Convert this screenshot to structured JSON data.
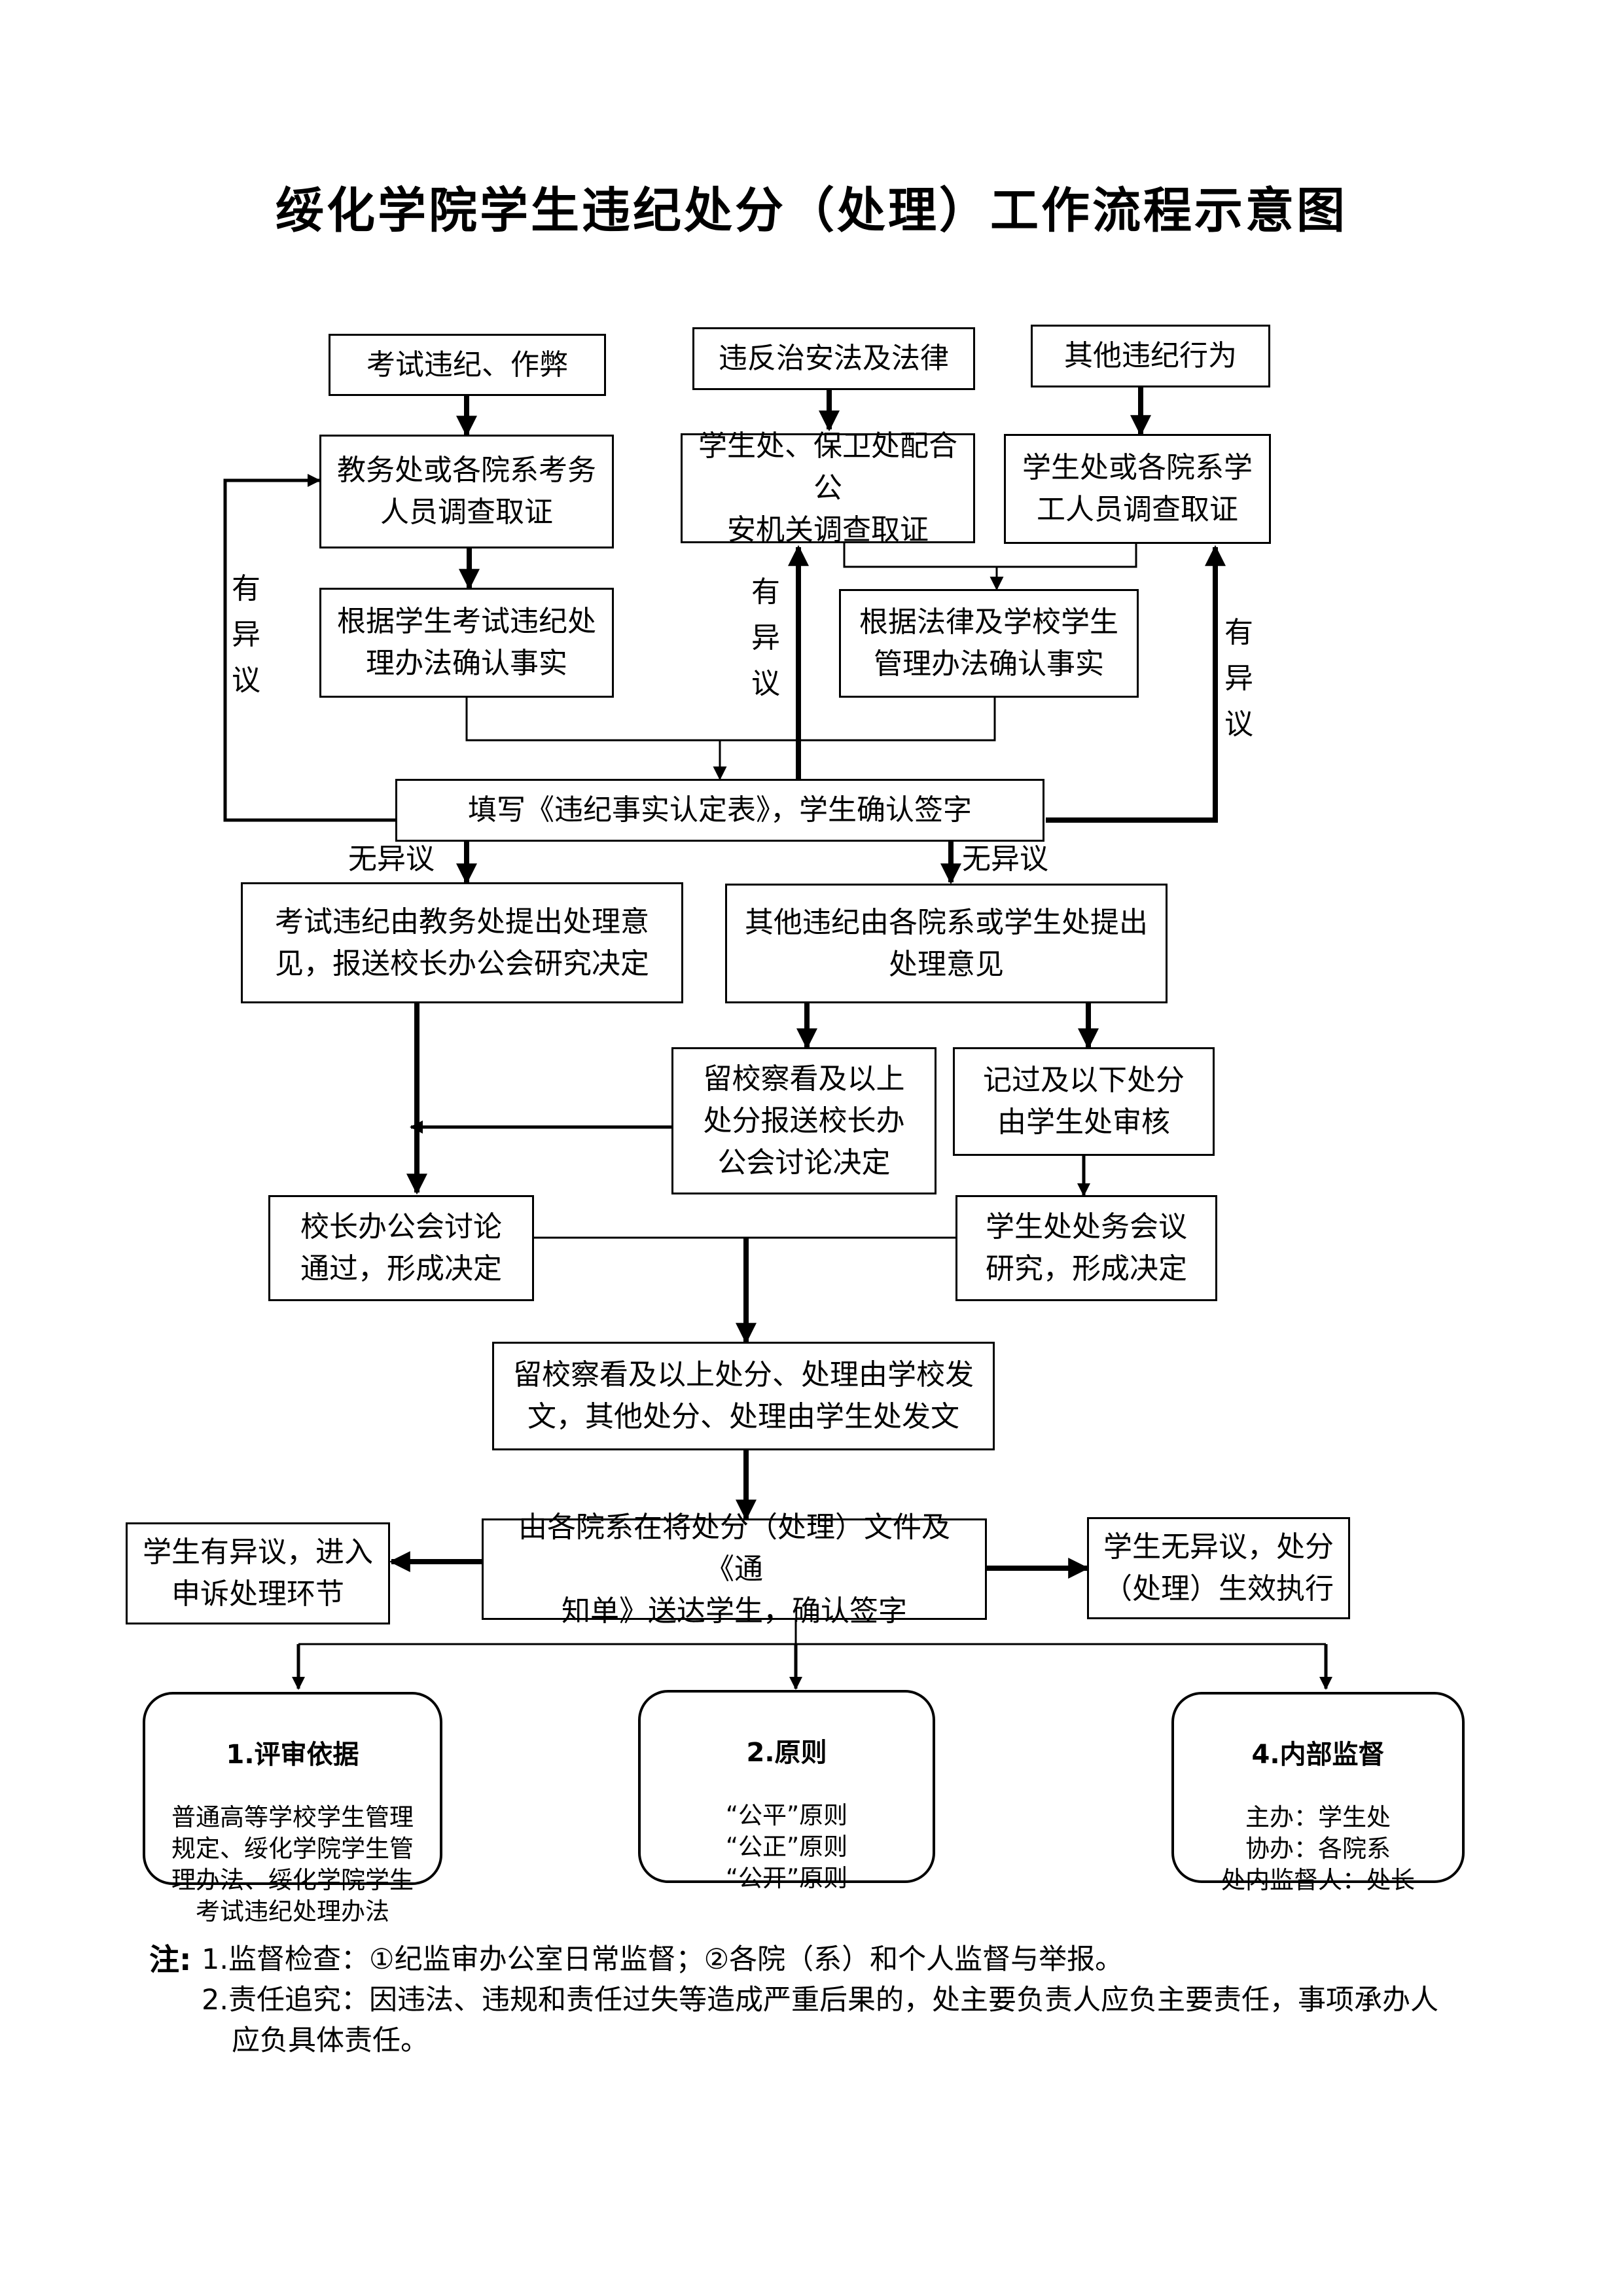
{
  "title": "绥化学院学生违纪处分（处理）工作流程示意图",
  "nodes": {
    "exam_cheat": "考试违纪、作弊",
    "violate_law": "违反治安法及法律",
    "other_violation": "其他违纪行为",
    "academic_investigate": "教务处或各院系考务\n人员调查取证",
    "security_investigate": "学生处、保卫处配合公\n安机关调查取证",
    "student_investigate": "学生处或各院系学\n工人员调查取证",
    "exam_confirm": "根据学生考试违纪处\n理办法确认事实",
    "law_confirm": "根据法律及学校学生\n管理办法确认事实",
    "fill_form": "填写《违纪事实认定表》，学生确认签字",
    "exam_opinion": "考试违纪由教务处提出处理意\n见，报送校长办公会研究决定",
    "other_opinion": "其他违纪由各院系或学生处提出\n处理意见",
    "probation_up": "留校察看及以上\n处分报送校长办\n公会讨论决定",
    "demerit_down": "记过及以下处分\n由学生处审核",
    "president_meeting": "校长办公会讨论\n通过，形成决定",
    "student_affairs_meeting": "学生处处务会议\n研究，形成决定",
    "issue_document": "留校察看及以上处分、处理由学校发\n文，其他处分、处理由学生处发文",
    "deliver": "由各院系在将处分（处理）文件及《通\n知单》送达学生，确认签字",
    "appeal": "学生有异议，进入\n申诉处理环节",
    "effective": "学生无异议，处分\n（处理）生效执行"
  },
  "labels": {
    "objection": "有\n异\n议",
    "no_objection": "无异议"
  },
  "info_boxes": [
    {
      "heading": "1.评审依据",
      "lines": "普通高等学校学生管理\n规定、绥化学院学生管\n理办法、绥化学院学生\n考试违纪处理办法"
    },
    {
      "heading": "2.原则",
      "lines": "“公平”原则\n“公正”原则\n“公开”原则"
    },
    {
      "heading": "4.内部监督",
      "lines": "主办：学生处\n协办：各院系\n处内监督人：处长"
    }
  ],
  "notes": {
    "head": "注:",
    "line1": "1.监督检查：①纪监审办公室日常监督；②各院（系）和个人监督与举报。",
    "line2": "2.责任追究：因违法、违规和责任过失等造成严重后果的，处主要负责人应负主要责任，事项承办人",
    "line3": "应负具体责任。"
  }
}
